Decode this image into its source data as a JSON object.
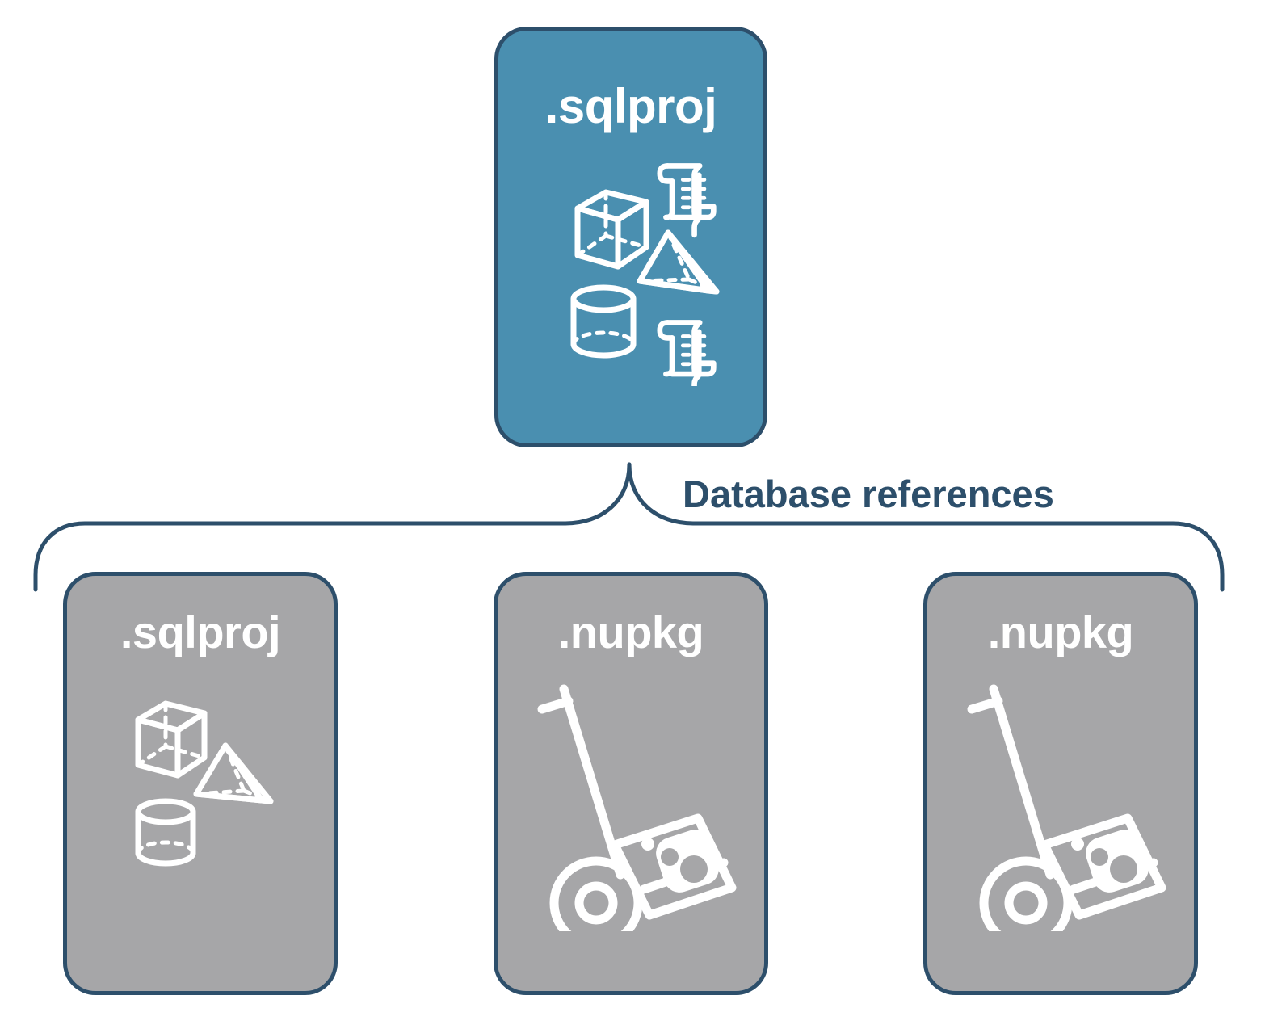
{
  "diagram": {
    "title": "SQL project database references diagram",
    "background_color": "#ffffff",
    "border_color": "#2d4f6b",
    "accent_blue": "#4a8fb0",
    "neutral_gray": "#a6a6a8",
    "label_color": "#2d4f6b",
    "icon_color": "#ffffff"
  },
  "parent": {
    "label": ".sqlproj",
    "fill": "#4a8fb0",
    "icons": [
      "cube-icon",
      "scroll-icon",
      "pyramid-icon",
      "cylinder-icon",
      "scroll-icon"
    ]
  },
  "connector": {
    "label": "Database references",
    "label_color": "#2d4f6b",
    "stroke_color": "#2d4f6b"
  },
  "children": [
    {
      "label": ".sqlproj",
      "fill": "#a6a6a8",
      "icon_set": "shapes",
      "icons": [
        "cube-icon",
        "pyramid-icon",
        "cylinder-icon"
      ]
    },
    {
      "label": ".nupkg",
      "fill": "#a6a6a8",
      "icon_set": "package",
      "icons": [
        "hand-truck-icon",
        "nuget-package-icon"
      ]
    },
    {
      "label": ".nupkg",
      "fill": "#a6a6a8",
      "icon_set": "package",
      "icons": [
        "hand-truck-icon",
        "nuget-package-icon"
      ]
    }
  ]
}
